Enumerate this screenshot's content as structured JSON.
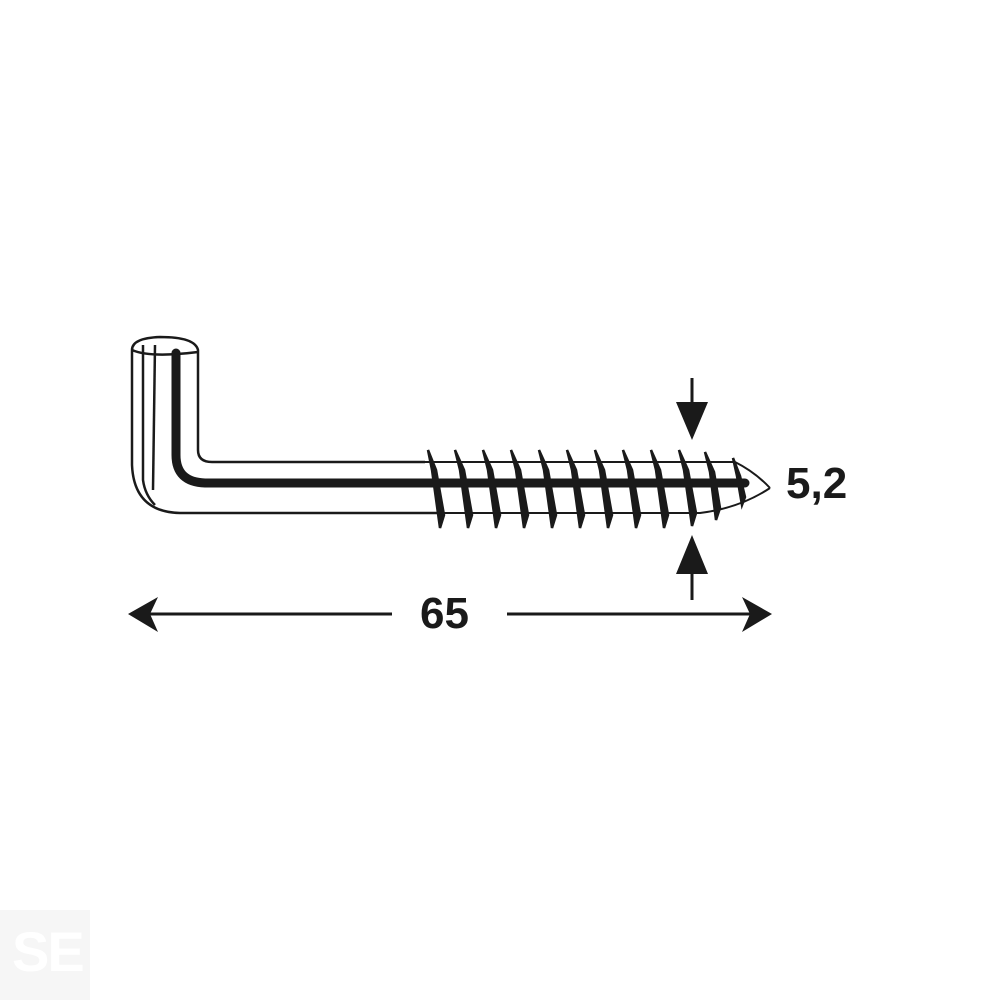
{
  "diagram": {
    "subject": "L-shaped screw hook",
    "dimensions": {
      "length": {
        "value": "65",
        "label": "65"
      },
      "diameter": {
        "value": "5,2",
        "label": "5,2"
      }
    },
    "thread_count": 12
  },
  "watermark": {
    "text": "SE"
  },
  "colors": {
    "line": "#1a1a1a",
    "background": "#ffffff",
    "watermark_bg": "#f6f6f6"
  }
}
